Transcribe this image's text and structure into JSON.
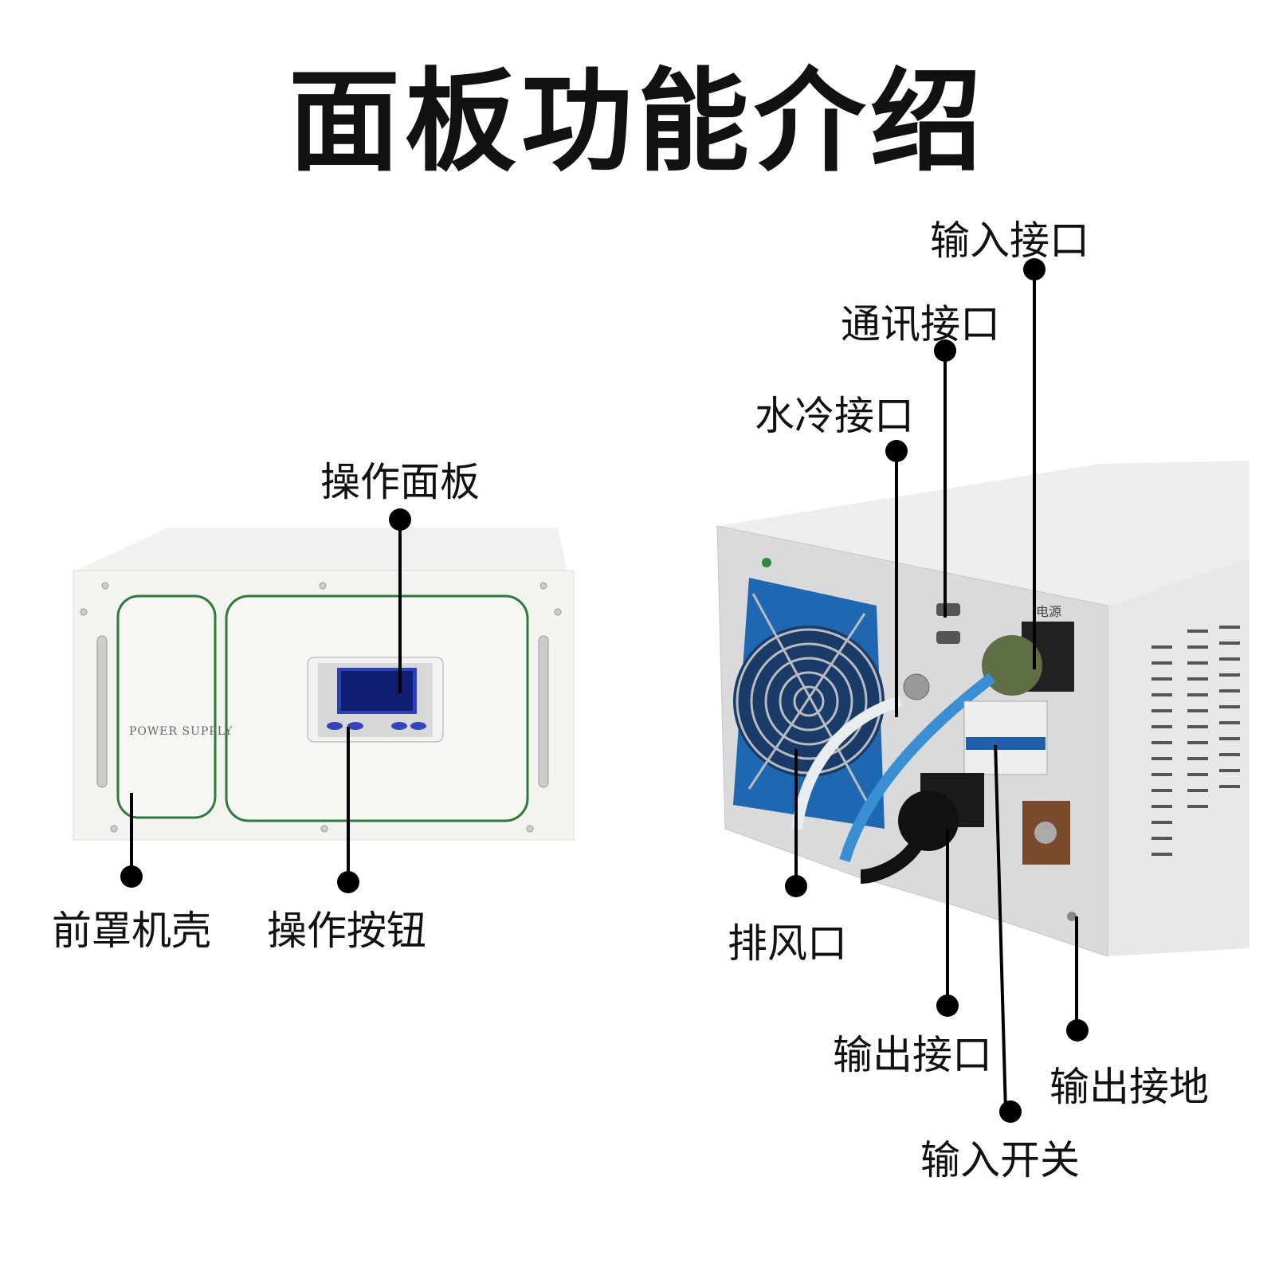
{
  "title": "面板功能介绍",
  "front_unit": {
    "brand_text": "POWER SUPPLY",
    "callouts": {
      "operation_panel": "操作面板",
      "operation_buttons": "操作按钮",
      "front_cover_housing": "前罩机壳"
    }
  },
  "rear_unit": {
    "power_label": "电源",
    "callouts": {
      "input_port": "输入接口",
      "communication_port": "通讯接口",
      "water_cooling_port": "水冷接口",
      "exhaust_vent": "排风口",
      "output_port": "输出接口",
      "input_switch": "输入开关",
      "output_ground": "输出接地"
    }
  }
}
